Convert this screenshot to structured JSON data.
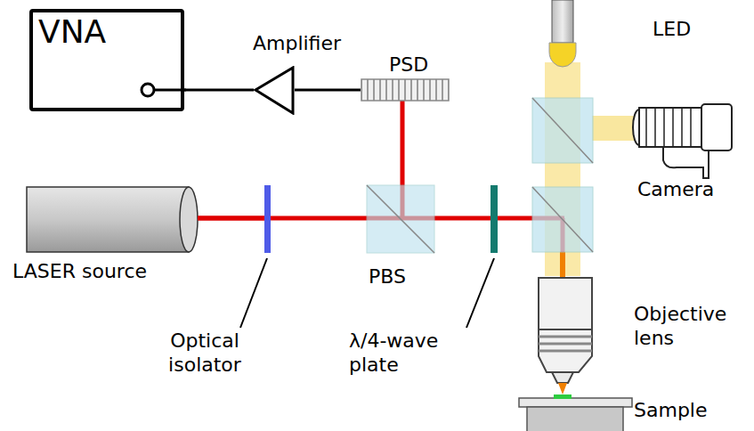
{
  "diagram": {
    "nodes": [
      {
        "text": [
          "VNA"
        ]
      },
      {
        "text": [
          "Amplifier"
        ]
      },
      {
        "text": [
          "PSD"
        ]
      }
    ],
    "edges": [
      {
        "from": 0,
        "to": 1,
        "arrow": "none"
      },
      {
        "from": 1,
        "to": 2,
        "arrow": "none"
      }
    ],
    "labels": [
      "LED",
      "Camera",
      "LASER source",
      "PBS",
      "Optical isolator",
      "λ/4-wave plate",
      "Objective lens",
      "Sample"
    ]
  }
}
